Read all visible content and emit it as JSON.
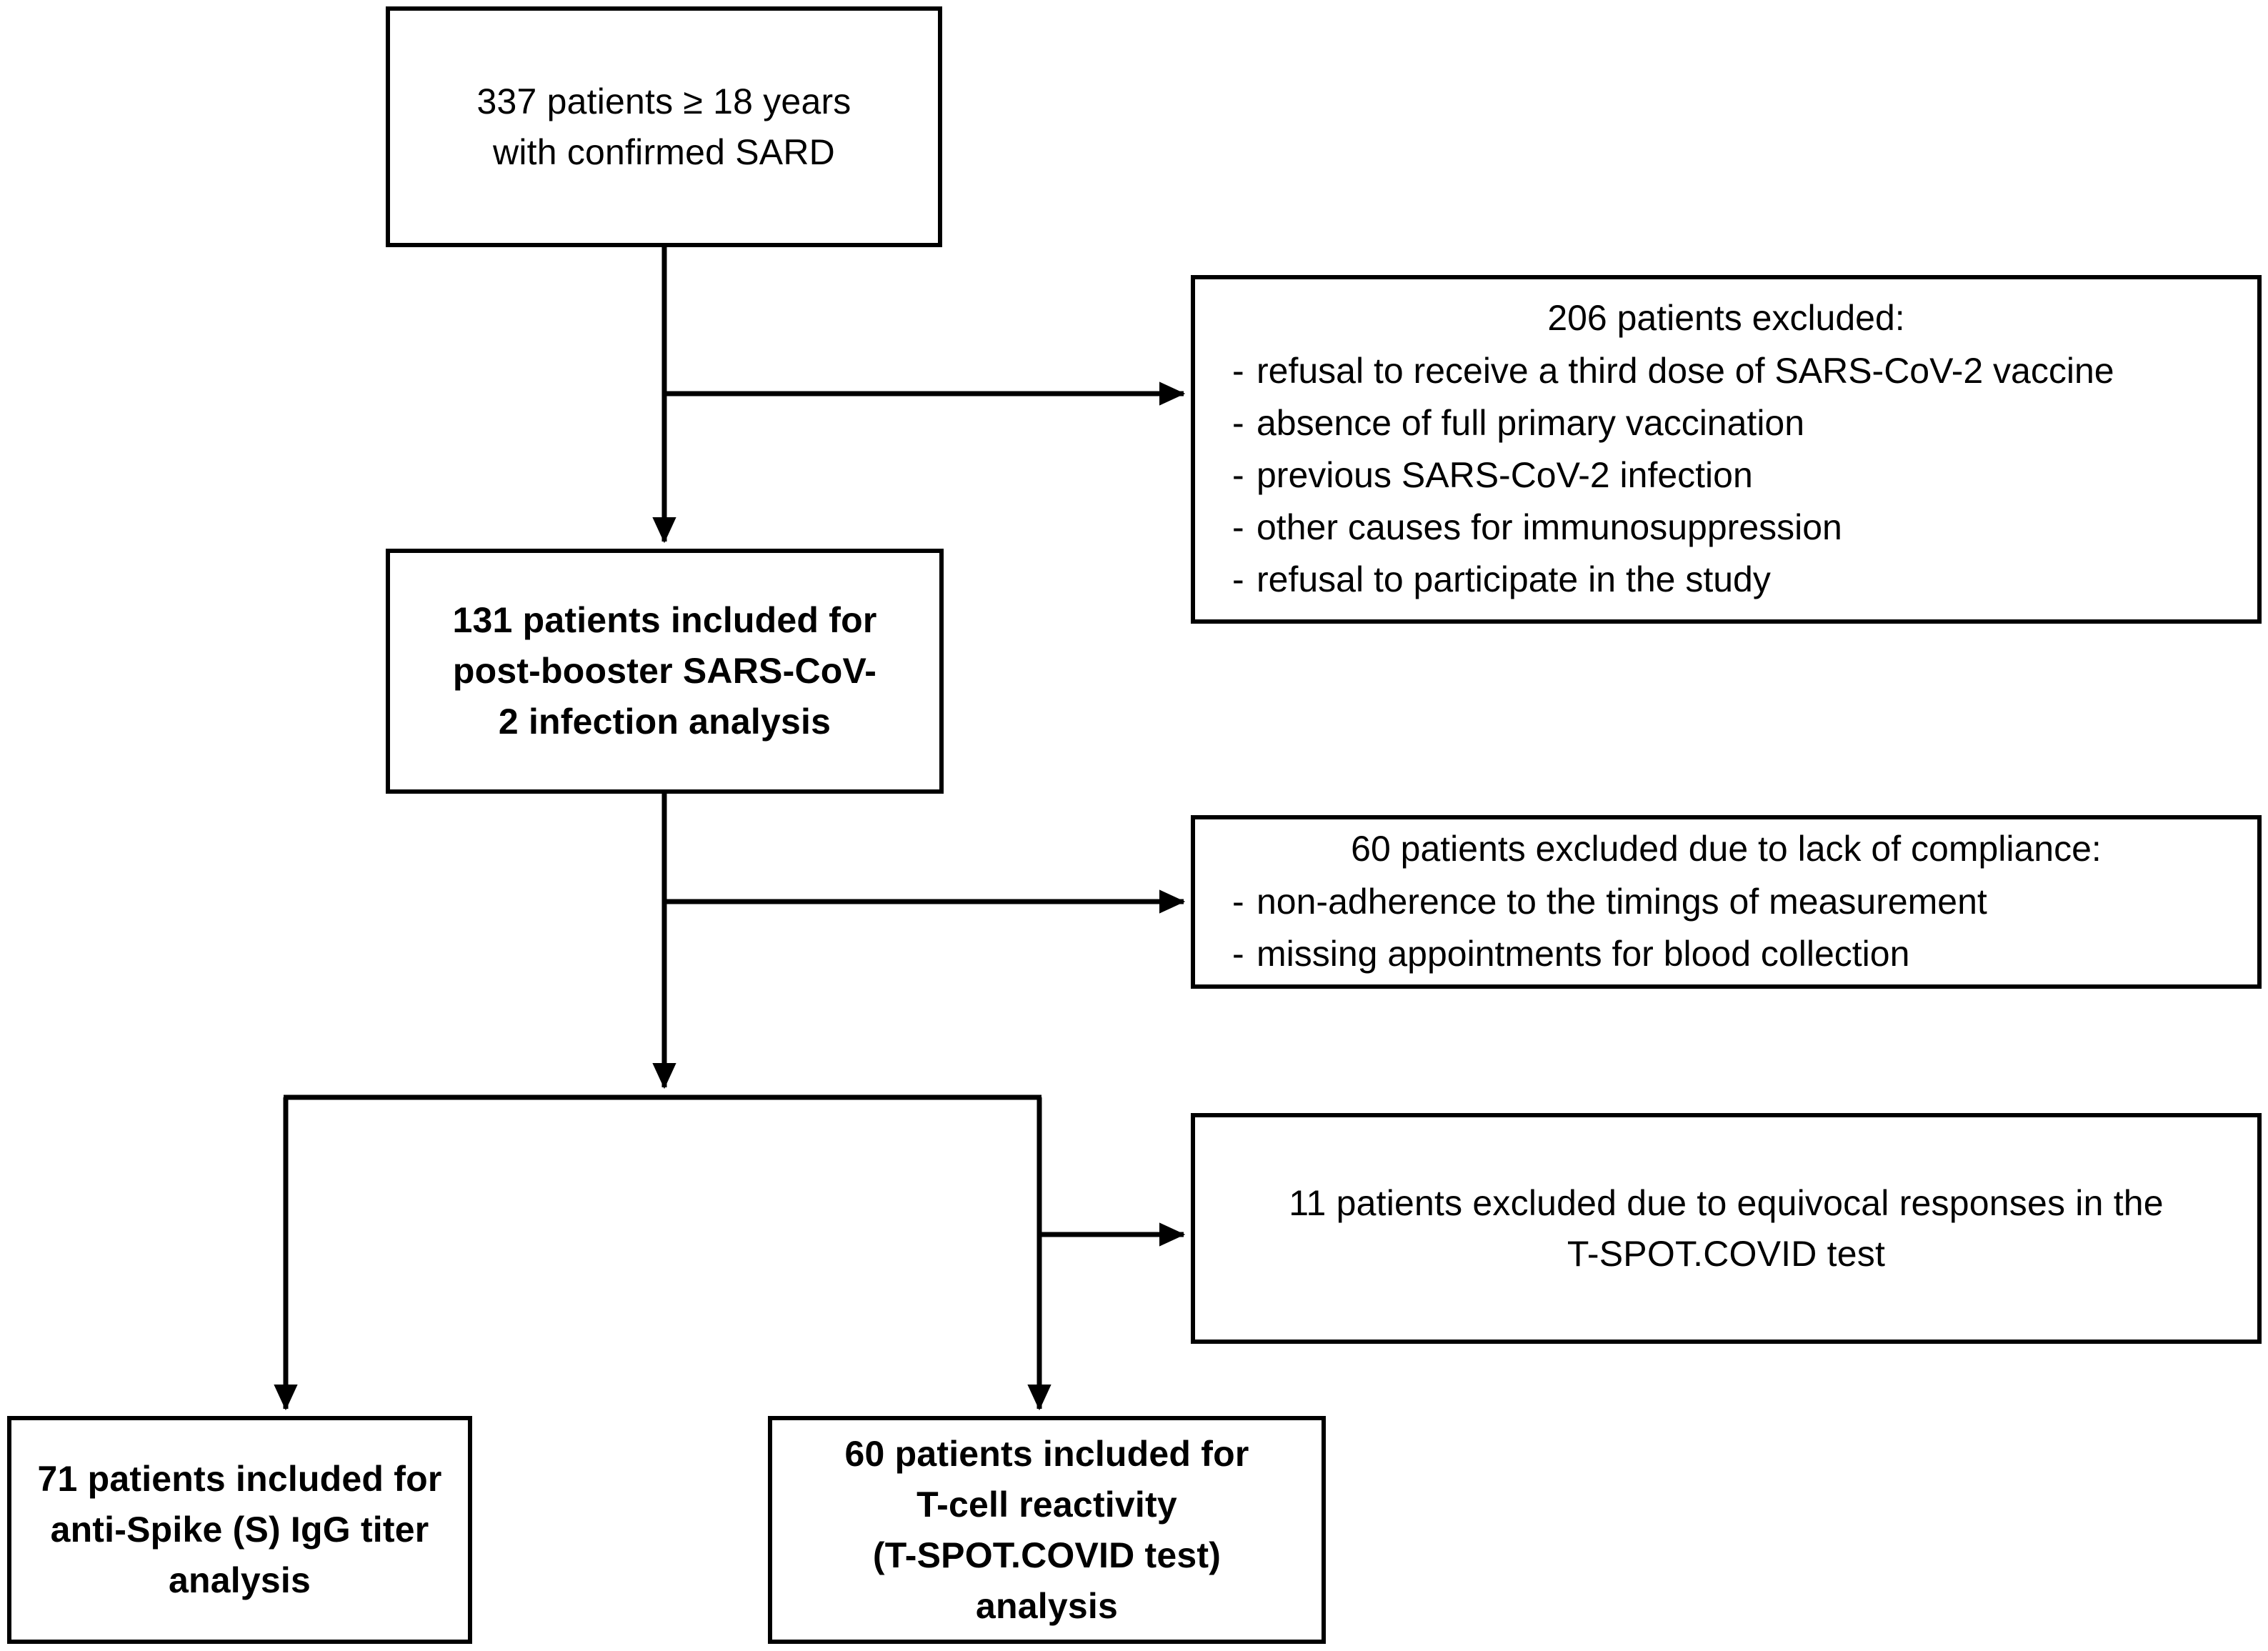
{
  "diagram": {
    "type": "flowchart",
    "title": "Patient enrollment flow diagram",
    "colors": {
      "background": "#ffffff",
      "box_border": "#000000",
      "connector": "#000000",
      "text": "#000000"
    },
    "nodes": {
      "screened": {
        "id": "screened",
        "kind": "included",
        "count": 337,
        "lines": [
          "337 patients ≥ 18 years",
          "with confirmed SARD"
        ],
        "bold": false
      },
      "excluded_1": {
        "id": "excluded_1",
        "kind": "excluded",
        "count": 206,
        "title": "206 patients excluded:",
        "items": [
          "refusal to receive a third dose of SARS-CoV-2 vaccine",
          "absence of full primary vaccination",
          "previous SARS-CoV-2 infection",
          "other causes for immunosuppression",
          "refusal to participate in the study"
        ],
        "bullet": "-"
      },
      "included_1": {
        "id": "included_1",
        "kind": "included",
        "count": 131,
        "lines": [
          "131 patients included for",
          "post-booster SARS-CoV-",
          "2 infection analysis"
        ],
        "bold": true
      },
      "excluded_2": {
        "id": "excluded_2",
        "kind": "excluded",
        "count": 60,
        "title": "60 patients excluded due to lack of compliance:",
        "items": [
          "non-adherence to the timings of measurement",
          "missing appointments for blood collection"
        ],
        "bullet": "-"
      },
      "excluded_3": {
        "id": "excluded_3",
        "kind": "excluded",
        "count": 11,
        "lines": [
          "11 patients excluded due to equivocal responses in the",
          "T-SPOT.COVID test"
        ],
        "bold": false
      },
      "final_igg": {
        "id": "final_igg",
        "kind": "included",
        "count": 71,
        "lines": [
          "71 patients included for",
          "anti-Spike (S) IgG titer",
          "analysis"
        ],
        "bold": true
      },
      "final_tcell": {
        "id": "final_tcell",
        "kind": "included",
        "count": 60,
        "lines": [
          "60 patients included for",
          "T-cell reactivity",
          "(T-SPOT.COVID test)",
          "analysis"
        ],
        "bold": true
      }
    },
    "edges": [
      {
        "from": "screened",
        "to": "included_1",
        "style": "straight-down",
        "arrow": true
      },
      {
        "from": "screened",
        "to": "excluded_1",
        "style": "branch-right",
        "arrow": true
      },
      {
        "from": "included_1",
        "to": "split",
        "style": "straight-down",
        "arrow": true
      },
      {
        "from": "included_1",
        "to": "excluded_2",
        "style": "branch-right",
        "arrow": true
      },
      {
        "from": "split",
        "to": "final_igg",
        "style": "elbow-left",
        "arrow": true
      },
      {
        "from": "split",
        "to": "final_tcell",
        "style": "elbow-right",
        "arrow": true
      },
      {
        "from": "split",
        "to": "excluded_3",
        "style": "branch-right",
        "arrow": true
      }
    ]
  }
}
